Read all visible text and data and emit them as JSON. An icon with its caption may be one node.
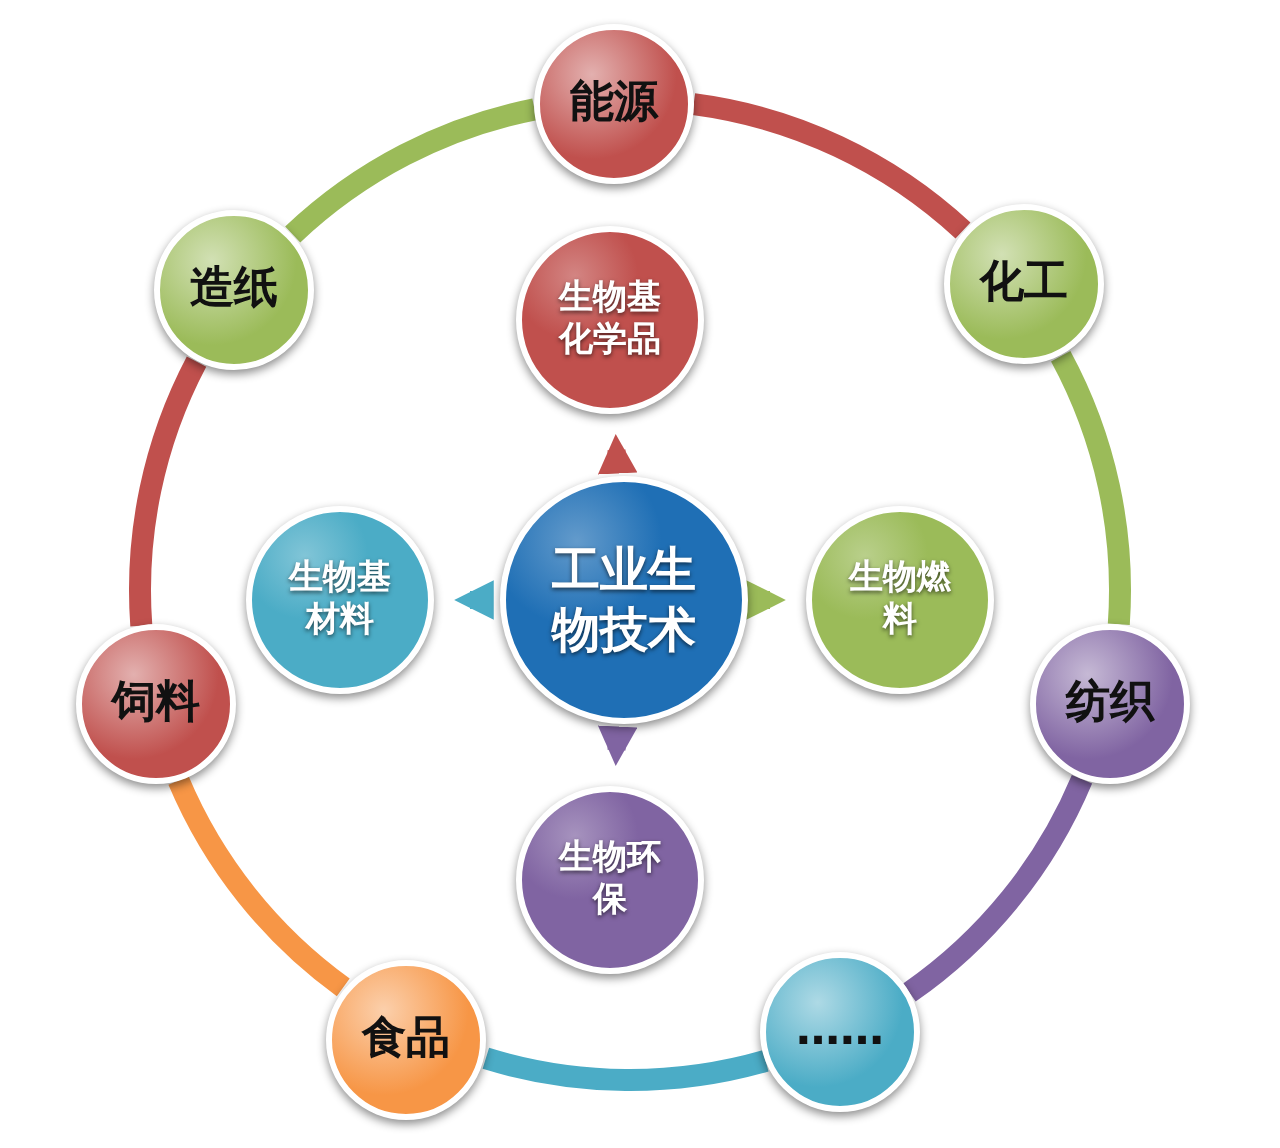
{
  "diagram": {
    "nodes": [
      {
        "text": [
          "能源"
        ]
      },
      {
        "text": [
          "造纸"
        ]
      },
      {
        "text": [
          "化工"
        ]
      },
      {
        "text": [
          "生物基化学品"
        ]
      },
      {
        "text": [
          "生物基材料"
        ]
      },
      {
        "text": [
          "工业生物技术"
        ]
      },
      {
        "text": [
          "生物燃料"
        ]
      },
      {
        "text": [
          "饲料"
        ]
      },
      {
        "text": [
          "纺织"
        ]
      },
      {
        "text": [
          "生物环保"
        ]
      },
      {
        "text": [
          "食品"
        ]
      },
      {
        "text": [
          "……"
        ]
      }
    ],
    "edges": [
      {
        "from": 0,
        "to": 2,
        "arrow": "none",
        "color": "#c0504d"
      },
      {
        "from": 2,
        "to": 8,
        "arrow": "none",
        "color": "#9bbb59"
      },
      {
        "from": 8,
        "to": 11,
        "arrow": "none",
        "color": "#8064a2"
      },
      {
        "from": 11,
        "to": 10,
        "arrow": "none",
        "color": "#4bacc6"
      },
      {
        "from": 10,
        "to": 7,
        "arrow": "none",
        "color": "#f79646"
      },
      {
        "from": 7,
        "to": 1,
        "arrow": "none",
        "color": "#c0504d"
      },
      {
        "from": 1,
        "to": 0,
        "arrow": "none",
        "color": "#9bbb59"
      },
      {
        "from": 5,
        "to": 3,
        "arrow": "to",
        "color": "#c0504d"
      },
      {
        "from": 5,
        "to": 6,
        "arrow": "to",
        "color": "#9bbb59"
      },
      {
        "from": 5,
        "to": 9,
        "arrow": "to",
        "color": "#8064a2"
      },
      {
        "from": 5,
        "to": 4,
        "arrow": "to",
        "color": "#4bacc6"
      }
    ]
  }
}
